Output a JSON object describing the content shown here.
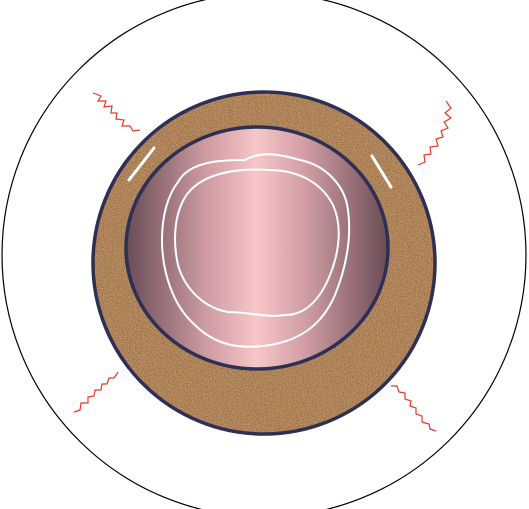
{
  "colors": {
    "background": "#ffffff",
    "outer_circle_stroke": "#000000",
    "ring_outline": "#2d2f55",
    "cork_base": "#b98a5c",
    "cork_dark": "#6e4a2c",
    "cork_light": "#e0c29e",
    "lumen_edge": "#6a4c55",
    "lumen_mid": "#cc9aa0",
    "lumen_center": "#f7c6c8",
    "contour_lines": "#ffffff",
    "highlight_marks": "#ffffff",
    "squiggles": "#e23a2a"
  },
  "elements": {
    "outer_circle": "outline-circle",
    "textured_ring": "speckled-brown-ring",
    "inner_disc": "pink-gradient-disc",
    "contours": "irregular-white-contours",
    "highlights": "white-highlight-marks",
    "squiggles": "red-wavy-lines"
  }
}
